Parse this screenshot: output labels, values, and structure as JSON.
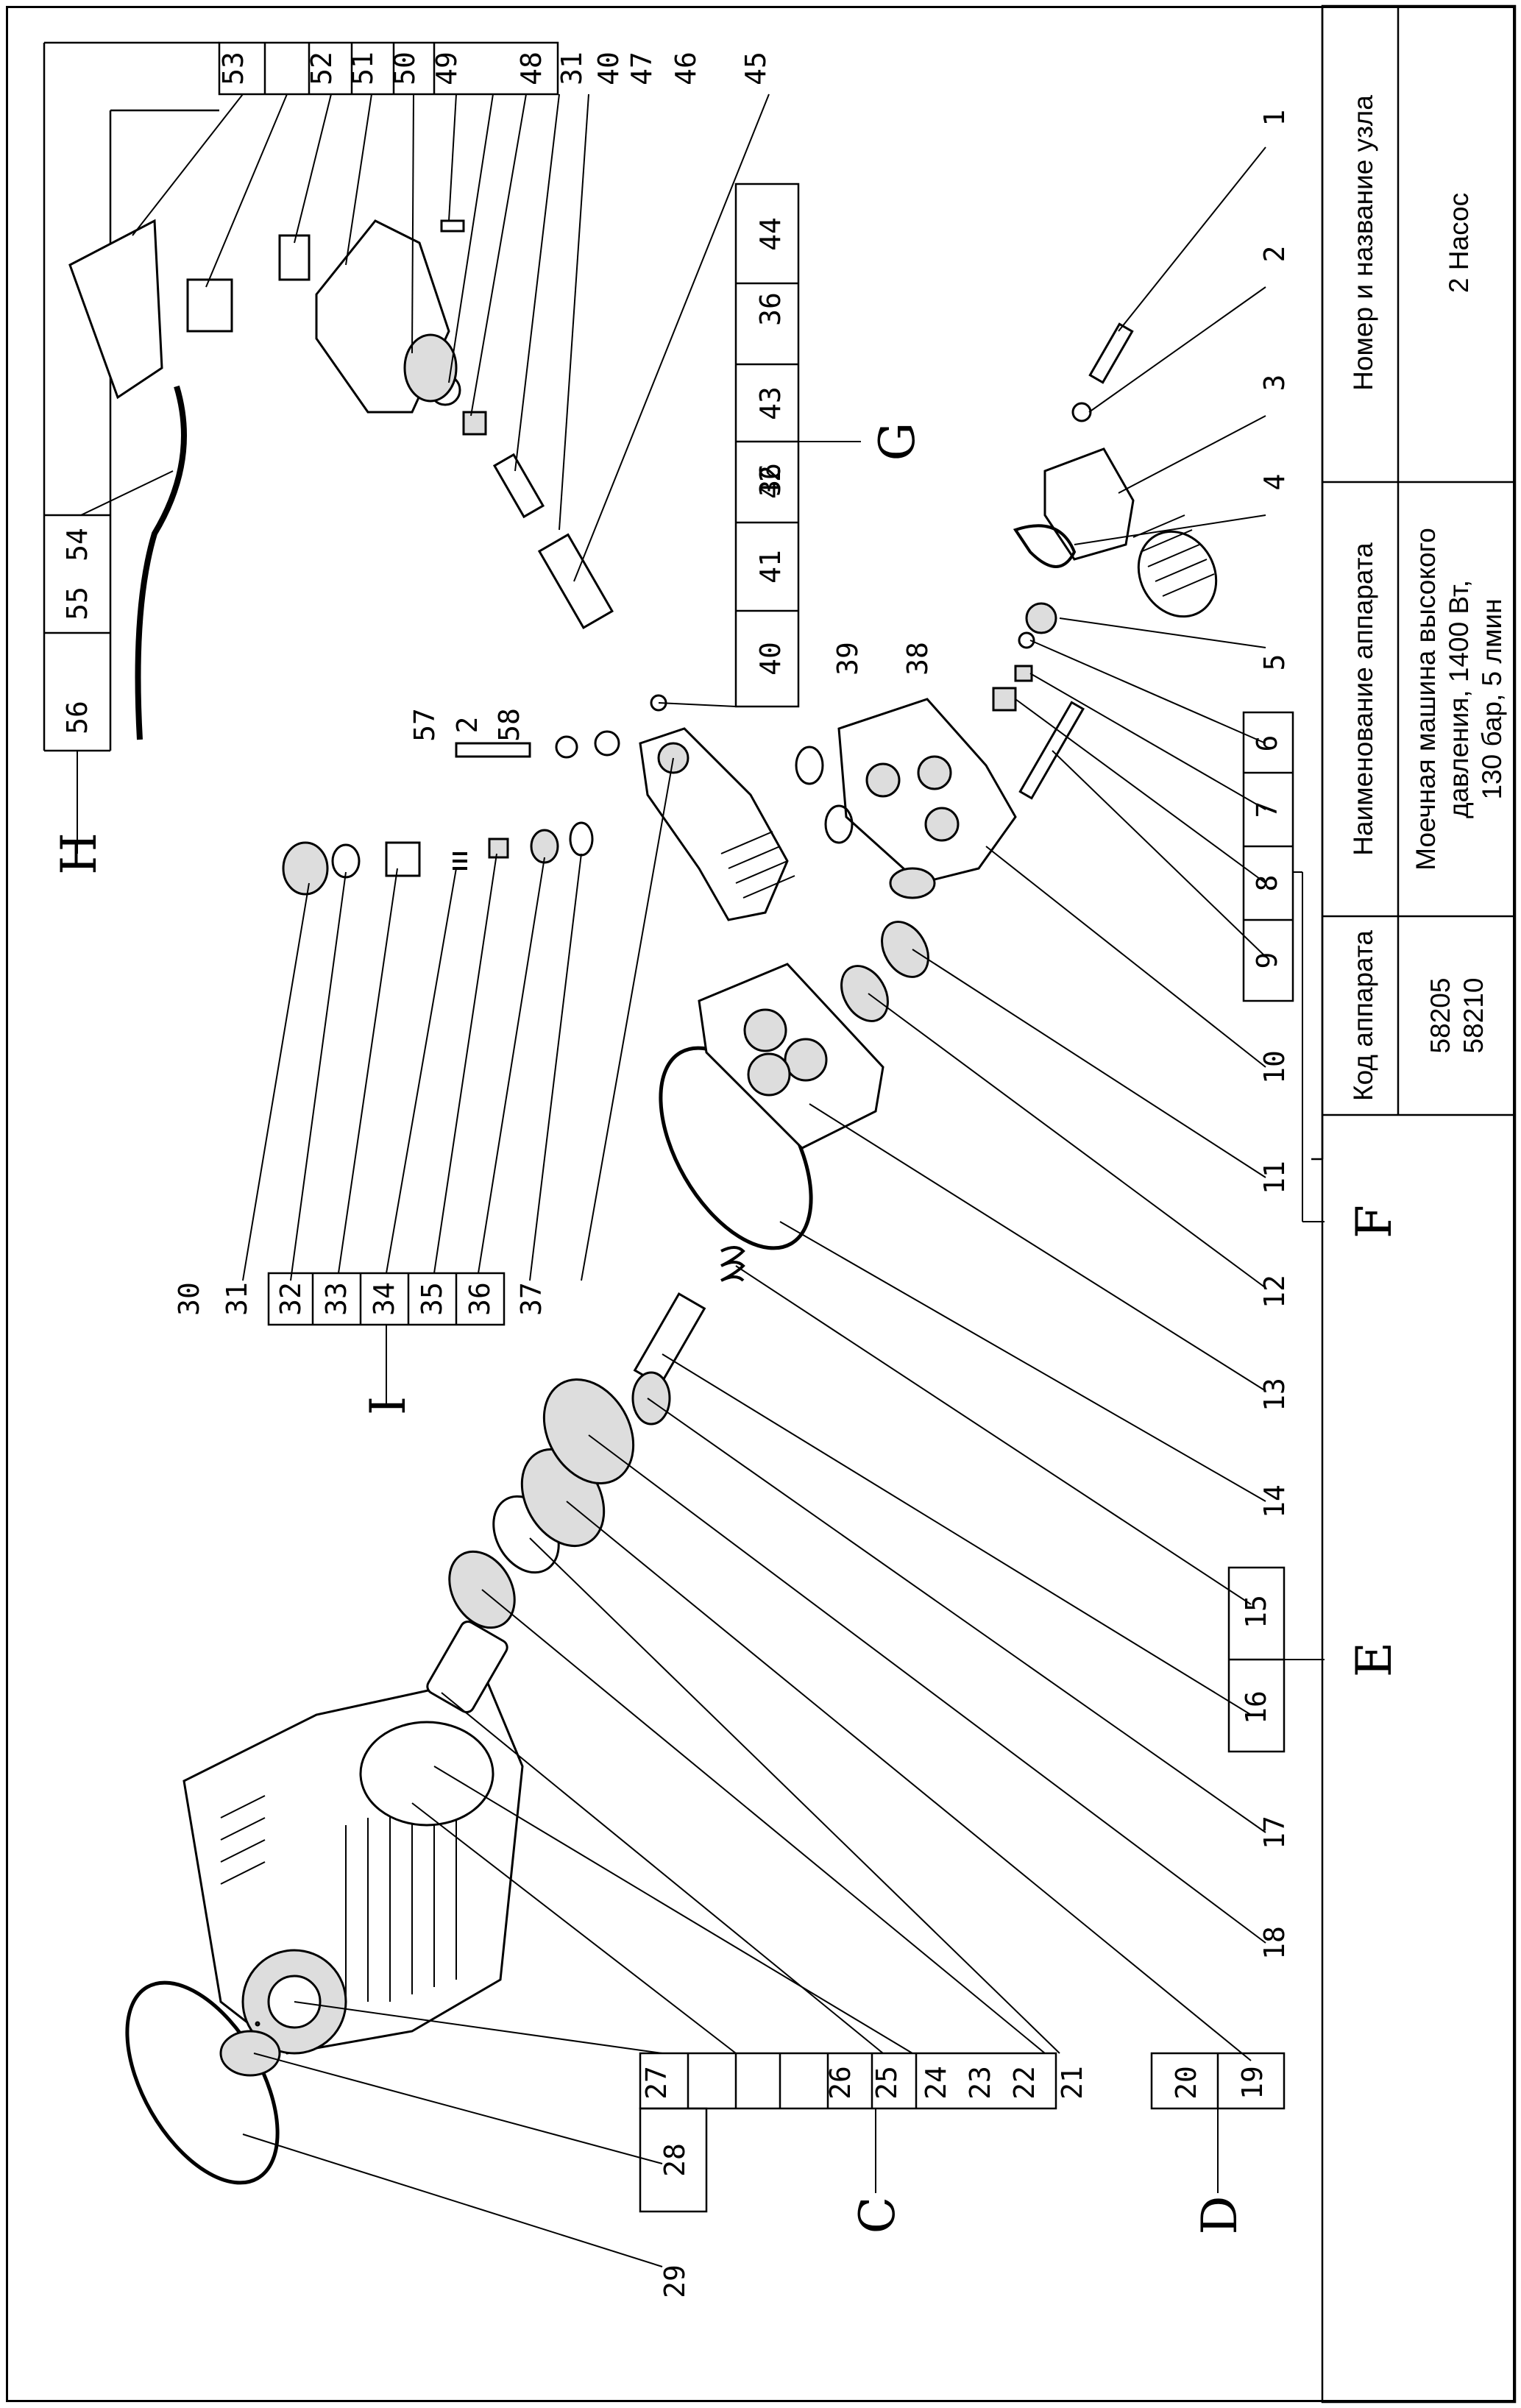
{
  "title_block": {
    "header_node": "Номер и название узла",
    "value_node": "2 Насос",
    "header_name": "Наименование аппарата",
    "value_name_1": "Моечная машина высокого",
    "value_name_2": "давления, 1400 Вт,",
    "value_name_3": "130 бар, 5 лмин",
    "header_code": "Код аппарата",
    "value_code_1": "58205",
    "value_code_2": "58210"
  },
  "part_numbers": [
    "1",
    "2",
    "3",
    "4",
    "5",
    "6",
    "7",
    "8",
    "9",
    "10",
    "11",
    "12",
    "13",
    "14",
    "15",
    "16",
    "17",
    "18",
    "19",
    "20",
    "21",
    "22",
    "23",
    "24",
    "25",
    "26",
    "27",
    "28",
    "29",
    "30",
    "31",
    "32",
    "33",
    "34",
    "35",
    "36",
    "37",
    "38",
    "39",
    "40",
    "41",
    "42",
    "43",
    "44",
    "45",
    "46",
    "47",
    "48",
    "49",
    "50",
    "51",
    "52",
    "53",
    "54",
    "55",
    "56",
    "57",
    "58"
  ],
  "extra_labels": {
    "n2b": "2",
    "n36b": "36",
    "n36c": "36",
    "n36d": "36",
    "n40b": "40",
    "n31b": "31"
  },
  "group_labels": {
    "C": "C",
    "D": "D",
    "E": "E",
    "F": "F",
    "G": "G",
    "H": "H",
    "I": "I"
  }
}
